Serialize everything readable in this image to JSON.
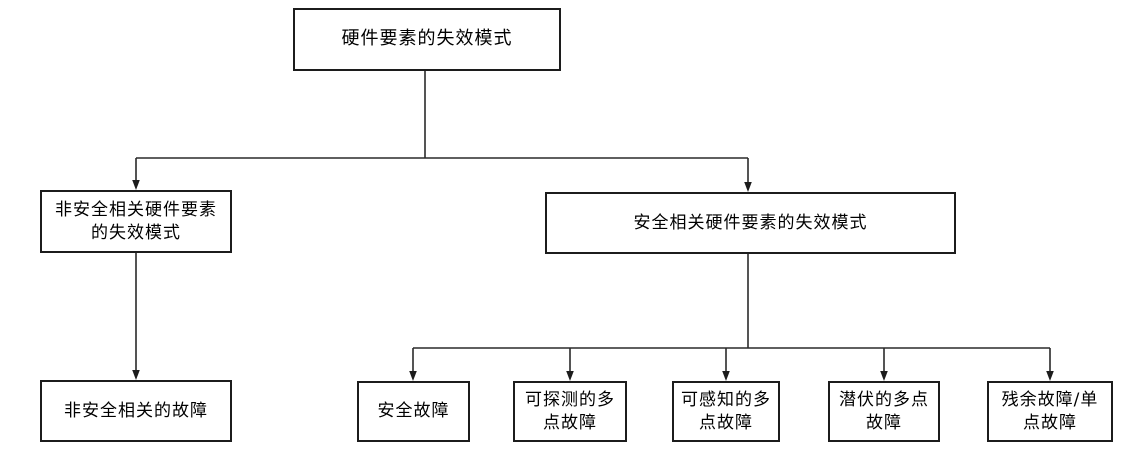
{
  "diagram": {
    "type": "tree-flowchart",
    "orientation": "top-down",
    "colors": {
      "background": "#ffffff",
      "box_border": "#1c1c1c",
      "box_fill": "#ffffff",
      "line": "#2a2a2a",
      "text": "#000000"
    },
    "nodes": {
      "root": {
        "label": "硬件要素的失效模式"
      },
      "non_safety_related_modes": {
        "label": "非安全相关硬件要素\n的失效模式"
      },
      "safety_related_modes": {
        "label": "安全相关硬件要素的失效模式"
      },
      "non_safety_fault": {
        "label": "非安全相关的故障"
      },
      "safe_fault": {
        "label": "安全故障"
      },
      "detectable_multipoint_fault": {
        "label": "可探测的多\n点故障"
      },
      "perceivable_multipoint_fault": {
        "label": "可感知的多\n点故障"
      },
      "latent_multipoint_fault": {
        "label": "潜伏的多点\n故障"
      },
      "residual_singlepoint_fault": {
        "label": "残余故障/单\n点故障"
      }
    },
    "edges": [
      {
        "from": "root",
        "to": "non_safety_related_modes",
        "arrow": true
      },
      {
        "from": "root",
        "to": "safety_related_modes",
        "arrow": true
      },
      {
        "from": "non_safety_related_modes",
        "to": "non_safety_fault",
        "arrow": true
      },
      {
        "from": "safety_related_modes",
        "to": "safe_fault",
        "arrow": true
      },
      {
        "from": "safety_related_modes",
        "to": "detectable_multipoint_fault",
        "arrow": true
      },
      {
        "from": "safety_related_modes",
        "to": "perceivable_multipoint_fault",
        "arrow": true
      },
      {
        "from": "safety_related_modes",
        "to": "latent_multipoint_fault",
        "arrow": true
      },
      {
        "from": "safety_related_modes",
        "to": "residual_singlepoint_fault",
        "arrow": true
      }
    ]
  }
}
